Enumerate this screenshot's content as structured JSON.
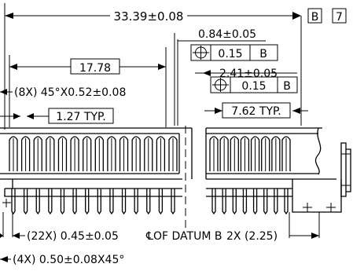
{
  "drawing": {
    "overall_width": "33.39±0.08",
    "datum_b_label": "B",
    "datum_b_note": "7",
    "tolerance_top": "0.84±0.05",
    "fcf_top": {
      "value": "0.15",
      "datum": "B"
    },
    "span_left": "17.78",
    "tolerance_right": "2.41±0.05",
    "fcf_right": {
      "value": "0.15",
      "datum": "B"
    },
    "chamfer_note": "(8X) 45°X0.52±0.08",
    "pitch_left": "1.27 TYP.",
    "pitch_right": "7.62 TYP.",
    "pin_note": "(22X) 0.45±0.05",
    "centerline_note": "℄OF DATUM B",
    "right_dim": "2X (2.25)",
    "bottom_note": "(4X) 0.50±0.08X45°"
  },
  "pins": {
    "left_count": 14,
    "right_count": 8
  }
}
